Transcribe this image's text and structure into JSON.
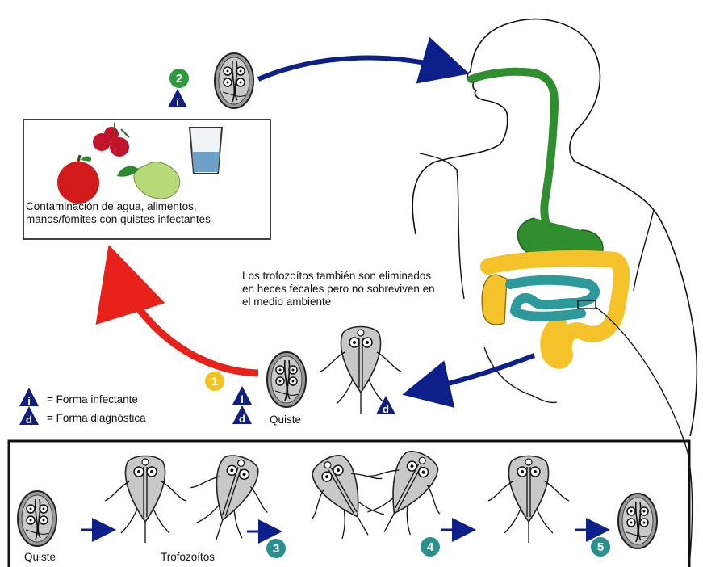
{
  "contamination_box": {
    "text": "Contaminación de agua, alimentos, manos/fomites con quistes infectantes"
  },
  "trophozoite_note": {
    "text": "Los trofozoítos también son eliminados en heces fecales pero no sobreviven en el medio ambiente"
  },
  "legend": {
    "infective_letter": "i",
    "infective_label": "= Forma infectante",
    "diagnostic_letter": "d",
    "diagnostic_label": "= Forma diagnóstica"
  },
  "stages": {
    "step1": "1",
    "step2": "2",
    "step3": "3",
    "step4": "4",
    "step5": "5"
  },
  "labels": {
    "cyst_top": "Quiste",
    "cyst_bottom": "Quiste",
    "trophozoites": "Trofozoítos"
  },
  "colors": {
    "step_green": "#2e9a3c",
    "step_yellow": "#f2c21f",
    "step_teal": "#2b8f8c",
    "arrow_blue": "#0c1f8a",
    "arrow_red": "#e8211b",
    "gut_green": "#2f8f2f",
    "colon_yellow": "#f5c22a",
    "intestine_teal": "#2c9a9a",
    "triangle_navy": "#0f1e80"
  }
}
